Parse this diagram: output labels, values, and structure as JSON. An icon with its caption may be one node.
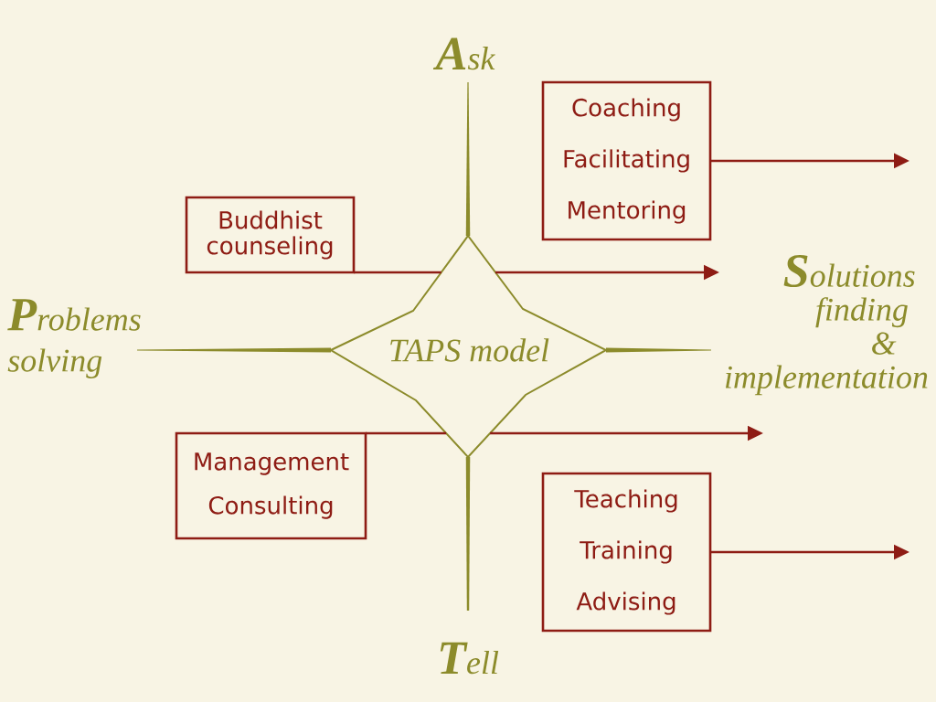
{
  "diagram": {
    "nodes": [
      {
        "text": [
          "Coaching",
          "Facilitating",
          "Mentoring"
        ]
      },
      {
        "text": [
          "Buddhist counseling"
        ]
      },
      {
        "text": [
          "TAPS model"
        ]
      },
      {
        "text": [
          "**S**olutions finding & implementation"
        ]
      },
      {
        "text": [
          "Management Consulting"
        ]
      },
      {
        "text": [
          "Teaching",
          "Training",
          "Advising"
        ]
      }
    ],
    "edges": [
      {
        "from": 0,
        "to": null,
        "arrow": "to"
      },
      {
        "from": 1,
        "to": 2,
        "arrow": "none"
      },
      {
        "from": 2,
        "to": 3,
        "arrow": "to"
      },
      {
        "from": 4,
        "to": 2,
        "arrow": "none"
      },
      {
        "from": 2,
        "to": null,
        "arrow": "to"
      },
      {
        "from": 5,
        "to": null,
        "arrow": "to"
      }
    ],
    "labels": [
      "**A**sk",
      "**P**roblems solving",
      "**T**ell"
    ]
  }
}
